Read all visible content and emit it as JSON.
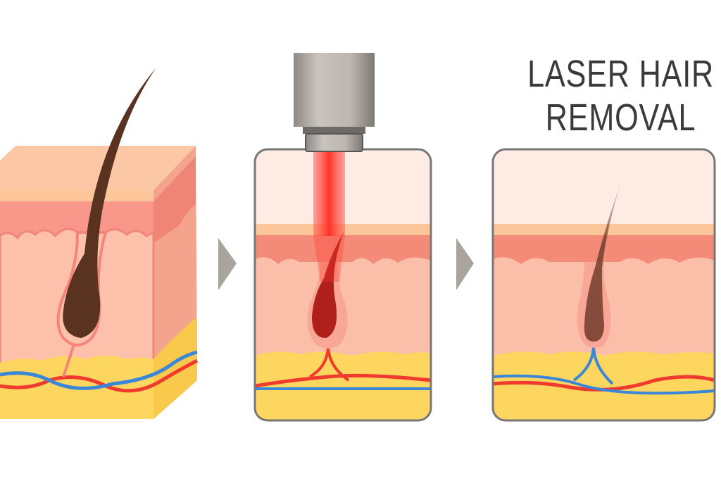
{
  "title": {
    "line1": "LASER HAIR",
    "line2": "REMOVAL"
  },
  "panels": [
    {
      "name": "skin-with-hair",
      "stage": "before"
    },
    {
      "name": "laser-treatment",
      "stage": "during"
    },
    {
      "name": "hair-weakened",
      "stage": "after"
    }
  ],
  "colors": {
    "stratum": "#fcc7a4",
    "epidermis": "#f6917f",
    "dermis": "#fcc0ab",
    "fat": "#fdd660",
    "hair": "#5a3220",
    "laser": "#ff3a30",
    "artery": "#f03a2e",
    "vein": "#3a86d8",
    "frame": "#777777",
    "arrow": "#aaa49e"
  }
}
